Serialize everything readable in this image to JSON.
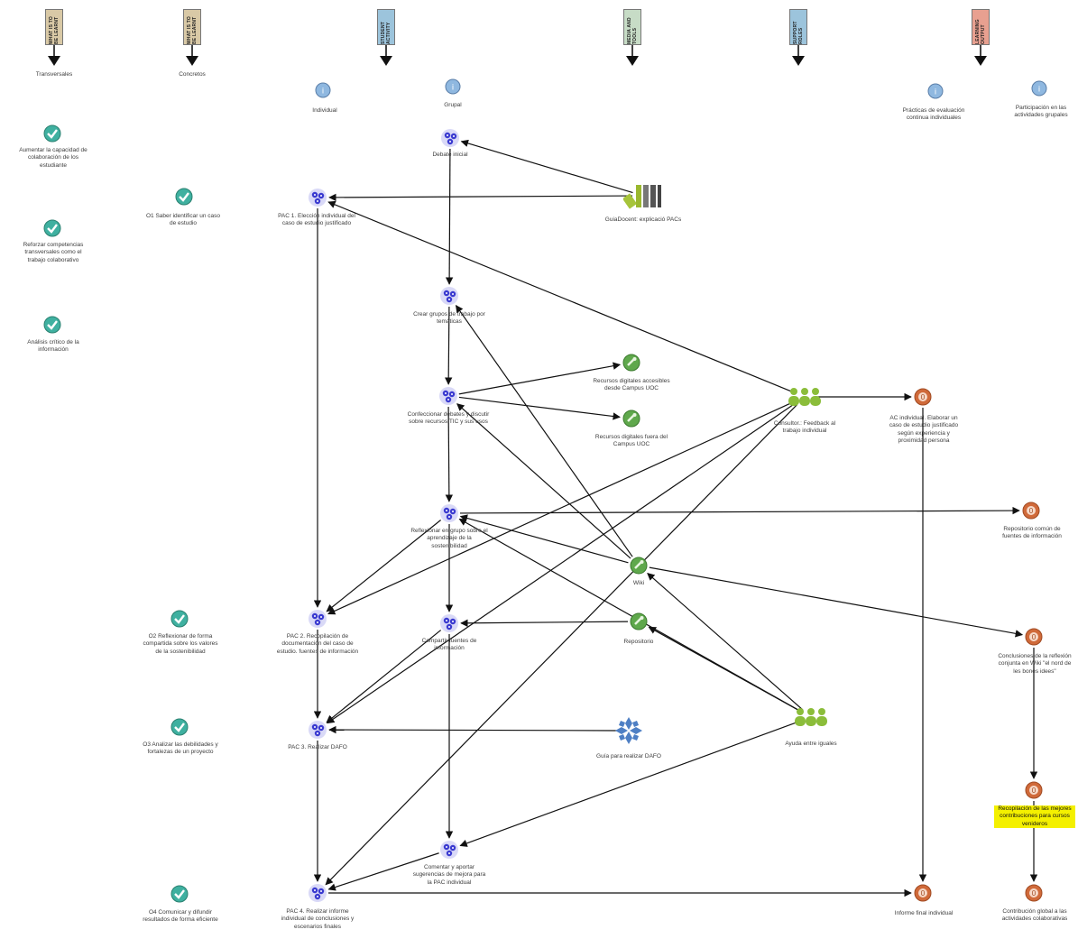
{
  "headers": [
    {
      "id": "h1",
      "text": "WHAT IS TO BE LEARNT",
      "color": "#d9c9a6"
    },
    {
      "id": "h2",
      "text": "WHAT IS TO BE LEARNT",
      "color": "#d9c9a6"
    },
    {
      "id": "h3",
      "text": "STUDENT ACTIVITY",
      "color": "#9cc4dc"
    },
    {
      "id": "h4",
      "text": "MEDIA AND TOOLS",
      "color": "#c7dcc6"
    },
    {
      "id": "h5",
      "text": "SUPPORT ROLES",
      "color": "#9cc4dc"
    },
    {
      "id": "h6",
      "text": "LEARNING OUTPUT",
      "color": "#e8a090"
    }
  ],
  "columns": {
    "transversales": "Transversales",
    "concretos": "Concretos",
    "individual": "Individual",
    "grupal": "Grupal",
    "practicas": "Prácticas de evaluación continua individuales",
    "participacion": "Participación en las actividades grupales"
  },
  "nodes": [
    {
      "id": "t1",
      "type": "objective",
      "label": "Aumentar la capacidad de colaboración de los estudiante"
    },
    {
      "id": "t2",
      "type": "objective",
      "label": "Reforzar competencias transversales como el trabajo colaborativo"
    },
    {
      "id": "t3",
      "type": "objective",
      "label": "Análisis crítico de la información"
    },
    {
      "id": "c1",
      "type": "objective",
      "label": "O1 Saber identificar un caso de estudio"
    },
    {
      "id": "c2",
      "type": "objective",
      "label": "O2 Reflexionar de forma compartida sobre los valores de la sostenibilidad"
    },
    {
      "id": "c3",
      "type": "objective",
      "label": "O3 Analizar las debilidades y fortalezas de un proyecto"
    },
    {
      "id": "c4",
      "type": "objective",
      "label": "O4 Comunicar y difundir resultados de forma eficiente"
    },
    {
      "id": "a1",
      "type": "activity",
      "label": "Debate inicial"
    },
    {
      "id": "a2",
      "type": "activity",
      "label": "PAC 1. Elección individual del caso de estudio justificado"
    },
    {
      "id": "a3",
      "type": "activity",
      "label": "Crear grupos de trabajo por temáticas"
    },
    {
      "id": "a4",
      "type": "activity",
      "label": "Confeccionar debates y discutir sobre recursos TIC y sus usos"
    },
    {
      "id": "a5",
      "type": "activity",
      "label": "Reflexionar en grupo sobre el aprendizaje de la sostenibilidad"
    },
    {
      "id": "a6",
      "type": "activity",
      "label": "PAC 2. Recopilación de documentación del caso de estudio. fuentes de información"
    },
    {
      "id": "a7",
      "type": "activity",
      "label": "Compartir fuentes de información"
    },
    {
      "id": "a8",
      "type": "activity",
      "label": "PAC 3. Realizar DAFO"
    },
    {
      "id": "a9",
      "type": "activity",
      "label": "Comentar y aportar sugerencias de mejora para la PAC individual"
    },
    {
      "id": "a10",
      "type": "activity",
      "label": "PAC 4. Realizar informe individual de conclusiones y escenarios finales"
    },
    {
      "id": "m1",
      "type": "books",
      "label": "GuiaDocent: explicació PACs"
    },
    {
      "id": "m2",
      "type": "tool",
      "label": "Recursos digitales accesibles desde Campus UOC"
    },
    {
      "id": "m3",
      "type": "tool",
      "label": "Recursos digitales fuera del Campus UOC"
    },
    {
      "id": "m4",
      "type": "tool",
      "label": "Wiki"
    },
    {
      "id": "m5",
      "type": "tool",
      "label": "Repositorio"
    },
    {
      "id": "m6",
      "type": "dafo",
      "label": "Guía para realizar DAFO"
    },
    {
      "id": "s1",
      "type": "people",
      "label": "Consultor.: Feedback al trabajo individual"
    },
    {
      "id": "s2",
      "type": "people",
      "label": "Ayuda entre iguales"
    },
    {
      "id": "o1",
      "type": "output",
      "label": "AC individual. Elaborar un caso de estudio justificado según experiencia y proximidad persona"
    },
    {
      "id": "o2",
      "type": "output",
      "label": "Repositorio común de fuentes de información"
    },
    {
      "id": "o3",
      "type": "output",
      "label": "Conclusiones de la reflexión conjunta en Wiki \"el nord de les bones idees\""
    },
    {
      "id": "o4",
      "type": "output",
      "label": "Recopilación de las mejores contribuciones para cursos venideros",
      "highlight": true
    },
    {
      "id": "o5",
      "type": "output",
      "label": "Contribución global a las actividades colaborativas"
    },
    {
      "id": "o6",
      "type": "output",
      "label": "Informe final individual"
    }
  ],
  "colors": {
    "objective": "#3fb0a0",
    "activity": "#3a3ad0",
    "tool": "#5fa84c",
    "people": "#8bbd3a",
    "output": "#d06a3a",
    "info": "#6aa0d0",
    "highlight": "#f4f000"
  }
}
